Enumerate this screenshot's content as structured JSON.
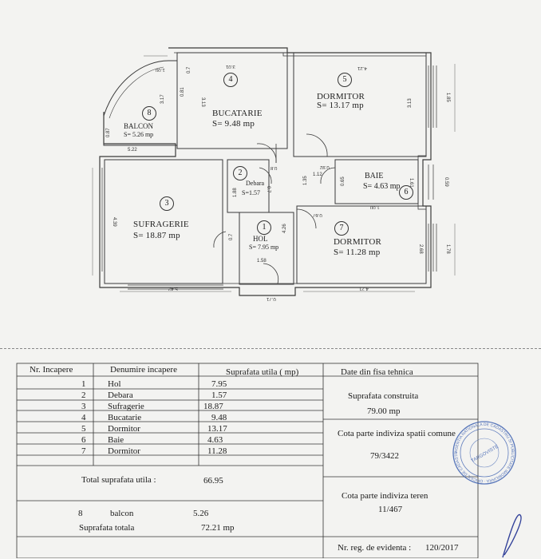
{
  "plan": {
    "rooms": [
      {
        "no": "1",
        "name": "HOL",
        "area": "S= 7.95 mp"
      },
      {
        "no": "2",
        "name": "Debara",
        "area": "S=1.57"
      },
      {
        "no": "3",
        "name": "SUFRAGERIE",
        "area": "S= 18.87 mp"
      },
      {
        "no": "4",
        "name": "BUCATARIE",
        "area": "S= 9.48  mp"
      },
      {
        "no": "5",
        "name": "DORMITOR",
        "area": "S= 13.17 mp"
      },
      {
        "no": "6",
        "name": "BAIE",
        "area": "S= 4.63 mp"
      },
      {
        "no": "7",
        "name": "DORMITOR",
        "area": "S= 11.28 mp"
      },
      {
        "no": "8",
        "name": "BALCON",
        "area": "S= 5.26 mp"
      }
    ],
    "dims": {
      "d1": "1.00",
      "d2": "0.7",
      "d3": "3.17",
      "d4": "0.81",
      "d5": "3.01",
      "d6": "3.13",
      "d7": "4.21",
      "d8": "1.85",
      "d9": "3.13",
      "d10": "0.87",
      "d11": "5.22",
      "d12": "0.8",
      "d13": "1.88",
      "d14": "0.7",
      "d15": "0.92",
      "d16": "1.12",
      "d17": "1.35",
      "d18": "0.65",
      "d19": "1.61",
      "d20": "0.59",
      "d21": "1.00",
      "d22": "4.39",
      "d23": "0.7",
      "d24": "4.26",
      "d25": "0.67",
      "d26": "2.68",
      "d27": "1.78",
      "d28": "1.58",
      "d29": "5.42",
      "d30": "4.21",
      "d31": "0.71"
    }
  },
  "table": {
    "headers": {
      "nr": "Nr. Incapere",
      "name": "Denumire incapere",
      "area": "Suprafata utila ( mp)",
      "tech": "Date din fisa tehnica"
    },
    "rows": [
      {
        "nr": "1",
        "name": "Hol",
        "area": "7.95"
      },
      {
        "nr": "2",
        "name": "Debara",
        "area": "1.57"
      },
      {
        "nr": "3",
        "name": "Sufragerie",
        "area": "18.87"
      },
      {
        "nr": "4",
        "name": "Bucatarie",
        "area": "9.48"
      },
      {
        "nr": "5",
        "name": "Dormitor",
        "area": "13.17"
      },
      {
        "nr": "6",
        "name": "Baie",
        "area": "4.63"
      },
      {
        "nr": "7",
        "name": "Dormitor",
        "area": "11.28"
      }
    ],
    "total_util_label": "Total suprafata utila :",
    "total_util_value": "66.95",
    "balcon": {
      "nr": "8",
      "name": "balcon",
      "area": "5.26"
    },
    "total_label": "Suprafata totala",
    "total_value": "72.21 mp",
    "tech": {
      "constr_label": "Suprafata construita",
      "constr_value": "79.00 mp",
      "cota_label": "Cota parte indiviza spatii comune",
      "cota_value": "79/3422",
      "teren_label": "Cota parte indiviza teren",
      "teren_value": "11/467",
      "reg_label": "Nr. reg. de evidenta :",
      "reg_value": "120/2017"
    }
  },
  "stamp": {
    "text": "AGENTIA NATIONALA DE CADASTRU SI PUBLICITATE IMOBILIARA · OFICIUL DE CADASTRU SI PUBLICITATE IMOBILIARA",
    "center": "TARGOVISTE",
    "color": "#3b5fb0"
  }
}
